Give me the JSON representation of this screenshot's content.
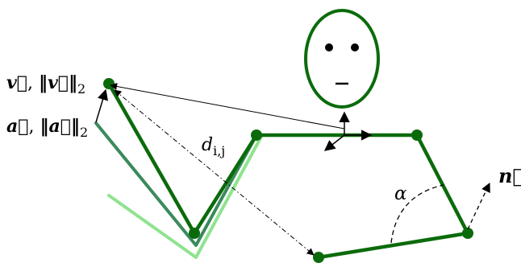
{
  "labels": {
    "velocity": "v⃗, ‖v⃗‖₂",
    "velocity_vec": "v⃗",
    "velocity_norm": "‖v⃗‖",
    "acceleration": "a⃗, ‖a⃗‖₂",
    "acceleration_vec": "a⃗",
    "acceleration_norm": "‖a⃗‖",
    "norm_subscript": "2",
    "distance": "d",
    "distance_sub": "i,j",
    "angle": "α",
    "normal": "n⃗"
  },
  "colors": {
    "dark_green": "#0b6b0b",
    "mid_green": "#3a8a5c",
    "light_green": "#8fe38f",
    "black": "#000000"
  }
}
